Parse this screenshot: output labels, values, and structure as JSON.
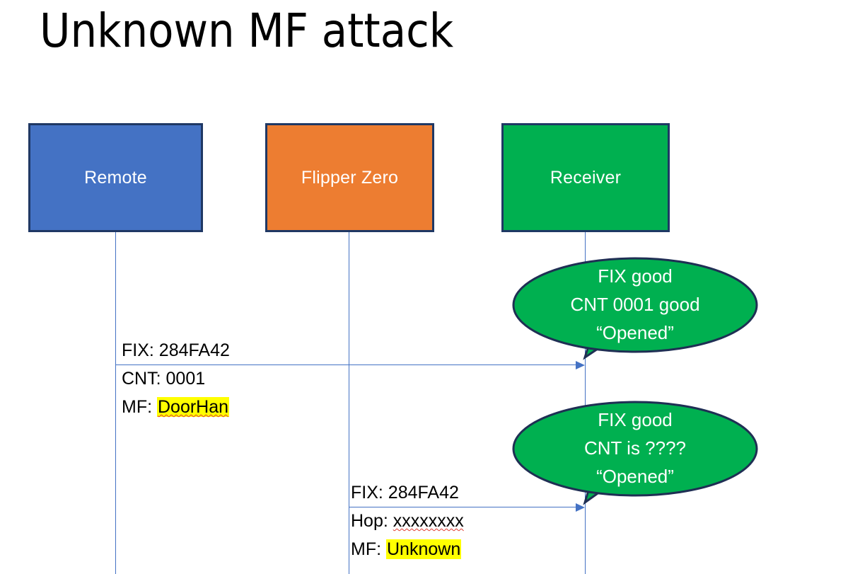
{
  "slide": {
    "title": "Unknown MF attack",
    "background": "#FFFFFF"
  },
  "colors": {
    "remote_fill": "#4472C4",
    "flipper_fill": "#ED7D31",
    "receiver_fill": "#00B050",
    "box_border": "#1F3864",
    "arrow": "#4472C4",
    "highlight": "#FFFF00",
    "spellcheck_underline": "#E03C31",
    "text": "#000000",
    "box_label_text": "#FFFFFF"
  },
  "actors": [
    {
      "id": "remote",
      "label": "Remote"
    },
    {
      "id": "flipper",
      "label": "Flipper Zero"
    },
    {
      "id": "receiver",
      "label": "Receiver"
    }
  ],
  "messages": [
    {
      "id": "msg-1",
      "from": "remote",
      "to": "receiver",
      "lines": [
        {
          "label": "FIX:",
          "value": "284FA42",
          "highlight": false,
          "spellcheck": false
        },
        {
          "label": "CNT:",
          "value": "0001",
          "highlight": false,
          "spellcheck": false
        },
        {
          "label": "MF:",
          "value": "DoorHan",
          "highlight": true,
          "spellcheck": true
        }
      ]
    },
    {
      "id": "msg-2",
      "from": "flipper",
      "to": "receiver",
      "lines": [
        {
          "label": "FIX:",
          "value": "284FA42",
          "highlight": false,
          "spellcheck": false
        },
        {
          "label": "Hop:",
          "value": "xxxxxxxx",
          "highlight": false,
          "spellcheck": true
        },
        {
          "label": "MF:",
          "value": "Unknown",
          "highlight": true,
          "spellcheck": false
        }
      ]
    }
  ],
  "callouts": [
    {
      "id": "callout-1",
      "lines": [
        "FIX good",
        "CNT 0001 good",
        "“Opened”"
      ]
    },
    {
      "id": "callout-2",
      "lines": [
        "FIX good",
        "CNT is ????",
        "“Opened”"
      ]
    }
  ]
}
